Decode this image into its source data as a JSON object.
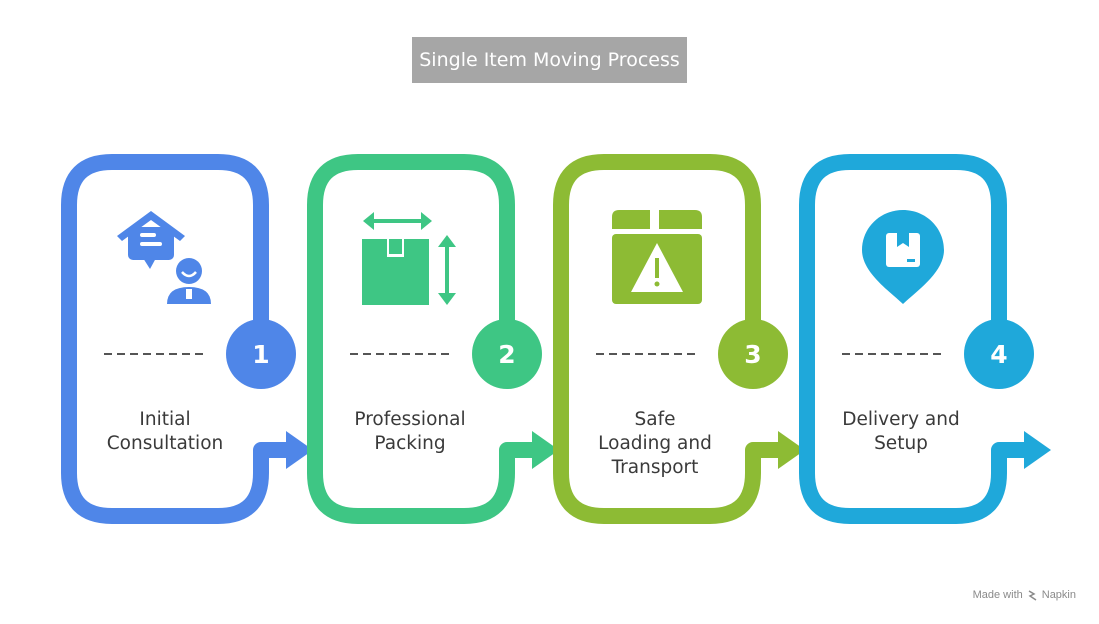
{
  "title": "Single Item Moving Process",
  "steps": [
    {
      "number": "1",
      "lines": [
        "Initial",
        "Consultation"
      ],
      "color": "#4f86e8",
      "icon": "house-chat-person-icon"
    },
    {
      "number": "2",
      "lines": [
        "Professional",
        "Packing"
      ],
      "color": "#3ec684",
      "icon": "box-dimensions-icon"
    },
    {
      "number": "3",
      "lines": [
        "Safe",
        "Loading and",
        "Transport"
      ],
      "color": "#8dbb34",
      "icon": "box-warning-icon"
    },
    {
      "number": "4",
      "lines": [
        "Delivery and",
        "Setup"
      ],
      "color": "#1fa8da",
      "icon": "location-box-pin-icon"
    }
  ],
  "footer": {
    "made_with": "Made with",
    "brand": "Napkin"
  }
}
